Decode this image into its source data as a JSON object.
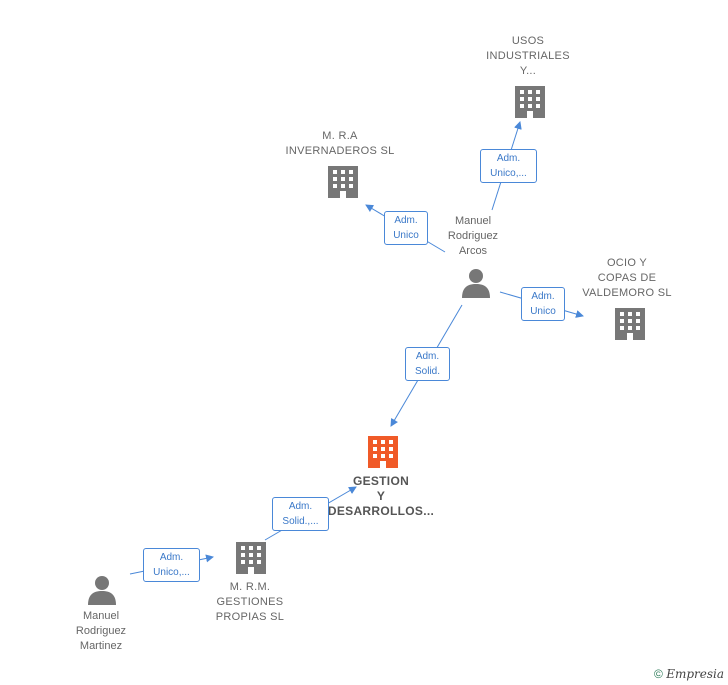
{
  "nodes": {
    "usos": {
      "label": "USOS\nINDUSTRIALES\nY..."
    },
    "mra": {
      "label": "M. R.A\nINVERNADEROS SL"
    },
    "arcos": {
      "label": "Manuel\nRodriguez\nArcos"
    },
    "ocio": {
      "label": "OCIO Y\nCOPAS DE\nVALDEMORO SL"
    },
    "gestion": {
      "label": "GESTION\nY\nDESARROLLOS..."
    },
    "mrm": {
      "label": "M. R.M.\nGESTIONES\nPROPIAS SL"
    },
    "martinez": {
      "label": "Manuel\nRodriguez\nMartinez"
    }
  },
  "edges": {
    "e1": {
      "label": "Adm.\nUnico,..."
    },
    "e2": {
      "label": "Adm.\nUnico"
    },
    "e3": {
      "label": "Adm.\nUnico"
    },
    "e4": {
      "label": "Adm.\nSolid."
    },
    "e5": {
      "label": "Adm.\nSolid.,..."
    },
    "e6": {
      "label": "Adm.\nUnico,..."
    }
  },
  "colors": {
    "company": "#777777",
    "main": "#f05a28",
    "person": "#777777",
    "edge": "#4a88d8"
  },
  "footer": {
    "copyright": "©",
    "brand": "Empresia"
  }
}
